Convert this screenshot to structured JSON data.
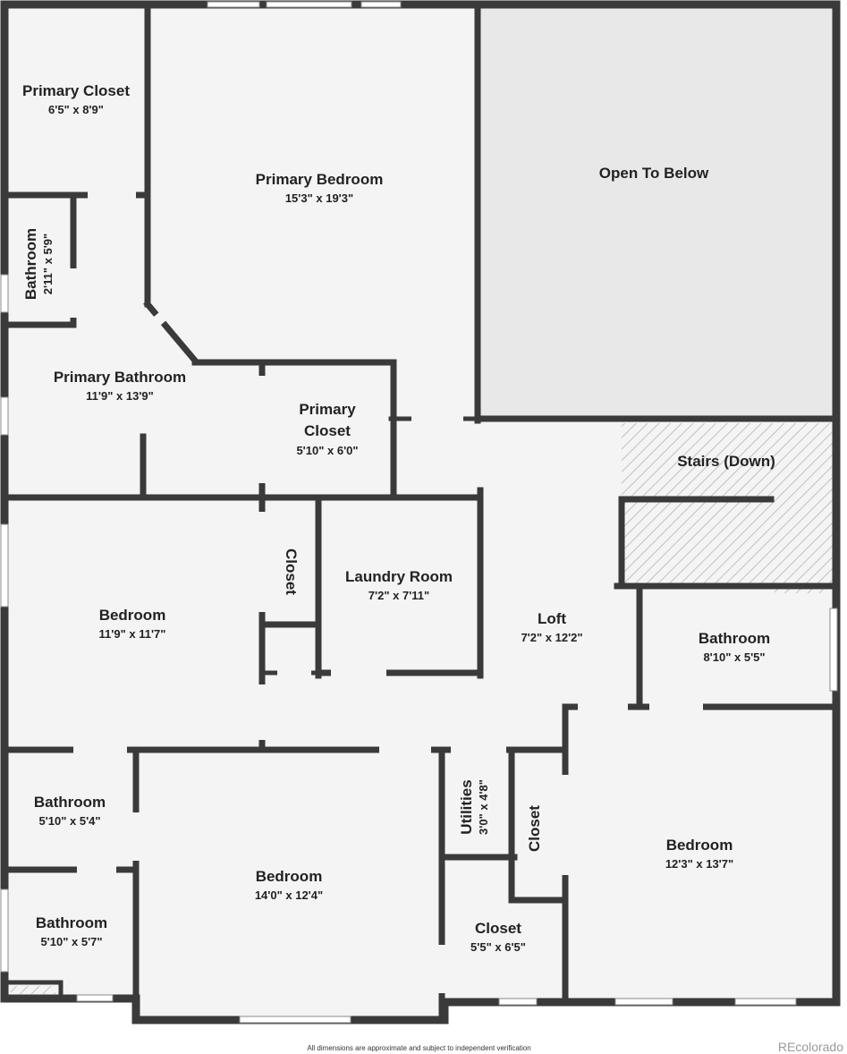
{
  "colors": {
    "wall": "#3a3a3a",
    "floor": "#f4f4f4",
    "open_area": "#e8e8e8",
    "stairs_hatch": "#b0b0b0",
    "window": "#ffffff"
  },
  "rooms": {
    "primary_closet_1": {
      "name": "Primary Closet",
      "dims": "6'5\" x 8'9\""
    },
    "primary_bedroom": {
      "name": "Primary Bedroom",
      "dims": "15'3\" x 19'3\""
    },
    "open_to_below": {
      "name": "Open To Below"
    },
    "bathroom_small": {
      "name": "Bathroom",
      "dims": "2'11\" x 5'9\""
    },
    "primary_bathroom": {
      "name": "Primary Bathroom",
      "dims": "11'9\" x 13'9\""
    },
    "primary_closet_2": {
      "name_line1": "Primary",
      "name_line2": "Closet",
      "dims": "5'10\" x 6'0\""
    },
    "stairs": {
      "name": "Stairs (Down)"
    },
    "bedroom_west": {
      "name": "Bedroom",
      "dims": "11'9\" x 11'7\""
    },
    "closet_mid": {
      "name": "Closet"
    },
    "laundry": {
      "name": "Laundry Room",
      "dims": "7'2\" x 7'11\""
    },
    "loft": {
      "name": "Loft",
      "dims": "7'2\" x 12'2\""
    },
    "bathroom_east": {
      "name": "Bathroom",
      "dims": "8'10\" x 5'5\""
    },
    "bathroom_sw1": {
      "name": "Bathroom",
      "dims": "5'10\" x 5'4\""
    },
    "bathroom_sw2": {
      "name": "Bathroom",
      "dims": "5'10\" x 5'7\""
    },
    "bedroom_south": {
      "name": "Bedroom",
      "dims": "14'0\" x 12'4\""
    },
    "utilities": {
      "name": "Utilities",
      "dims": "3'0\" x 4'8\""
    },
    "closet_se_vert": {
      "name": "Closet"
    },
    "closet_se": {
      "name": "Closet",
      "dims": "5'5\" x 6'5\""
    },
    "bedroom_east": {
      "name": "Bedroom",
      "dims": "12'3\" x 13'7\""
    }
  },
  "footer": {
    "disclaimer": "All dimensions are approximate and subject to independent verification",
    "brand": "REcolorado"
  }
}
